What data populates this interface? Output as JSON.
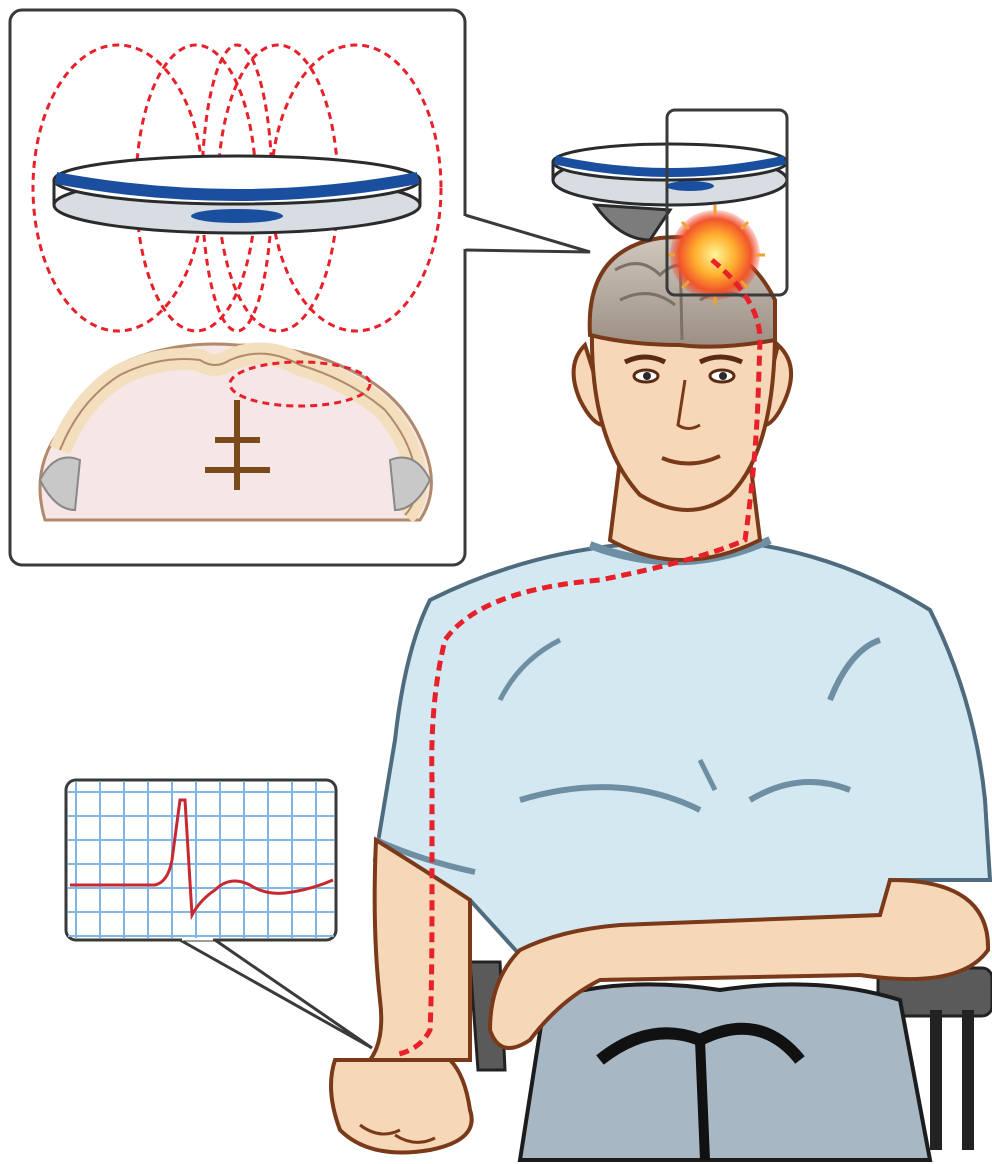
{
  "figure": {
    "panels": [
      {
        "id": "coil-field-inset",
        "content": [
          "tms-coil-icon",
          "magnetic-field-lines",
          "brain-cross-section",
          "stimulated-region-outline"
        ]
      },
      {
        "id": "patient-illustration",
        "content": [
          "tms-coil-icon",
          "stimulation-spot",
          "motor-pathway"
        ]
      },
      {
        "id": "emg-inset",
        "content": [
          "grid",
          "mep-trace"
        ]
      }
    ],
    "colors": {
      "field_lines": "#e8202a",
      "coil_band": "#1a4fa0",
      "skin": "#f6d7b8",
      "outline": "#7a3a1a",
      "shirt": "#d4e8f2",
      "shirt_shadow": "#6e8fa3",
      "pants": "#a7b7c4",
      "chair": "#5a5a5a",
      "grid": "#7fb6e6",
      "trace": "#c8282f",
      "cortex": "#f3dfbd",
      "white_matter": "#f6e6e6"
    }
  }
}
